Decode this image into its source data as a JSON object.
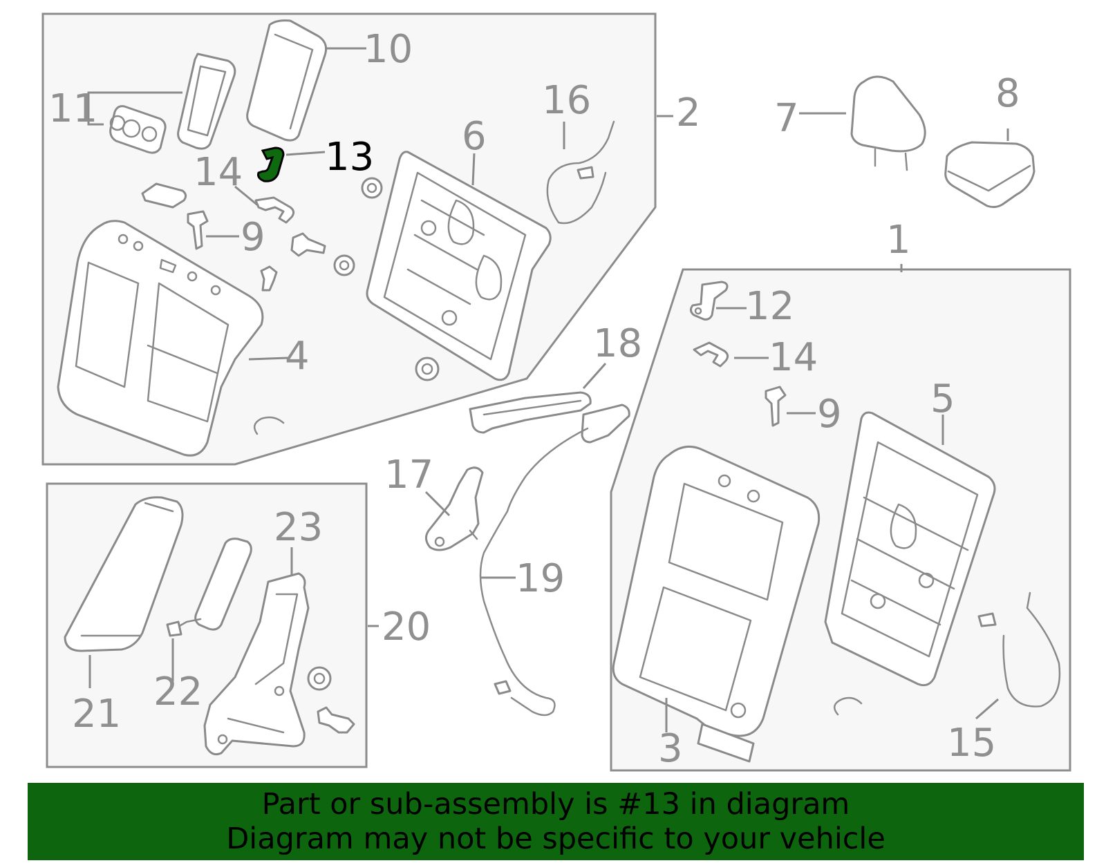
{
  "callouts": {
    "c1": "1",
    "c2": "2",
    "c3": "3",
    "c4": "4",
    "c5": "5",
    "c6": "6",
    "c7": "7",
    "c8": "8",
    "c9a": "9",
    "c9b": "9",
    "c10": "10",
    "c11": "11",
    "c12": "12",
    "c13": "13",
    "c14a": "14",
    "c14b": "14",
    "c15": "15",
    "c16": "16",
    "c17": "17",
    "c18": "18",
    "c19": "19",
    "c20": "20",
    "c21": "21",
    "c22": "22",
    "c23": "23"
  },
  "highlighted_part": "13",
  "colors": {
    "highlight": "#0f6a0f",
    "banner": "#0d660d",
    "line_art": "#8a8a8a",
    "panel": "#f7f7f7"
  },
  "footer": {
    "line1": "Part or sub-assembly is #13 in diagram",
    "line2": "Diagram may not be specific to your vehicle"
  }
}
